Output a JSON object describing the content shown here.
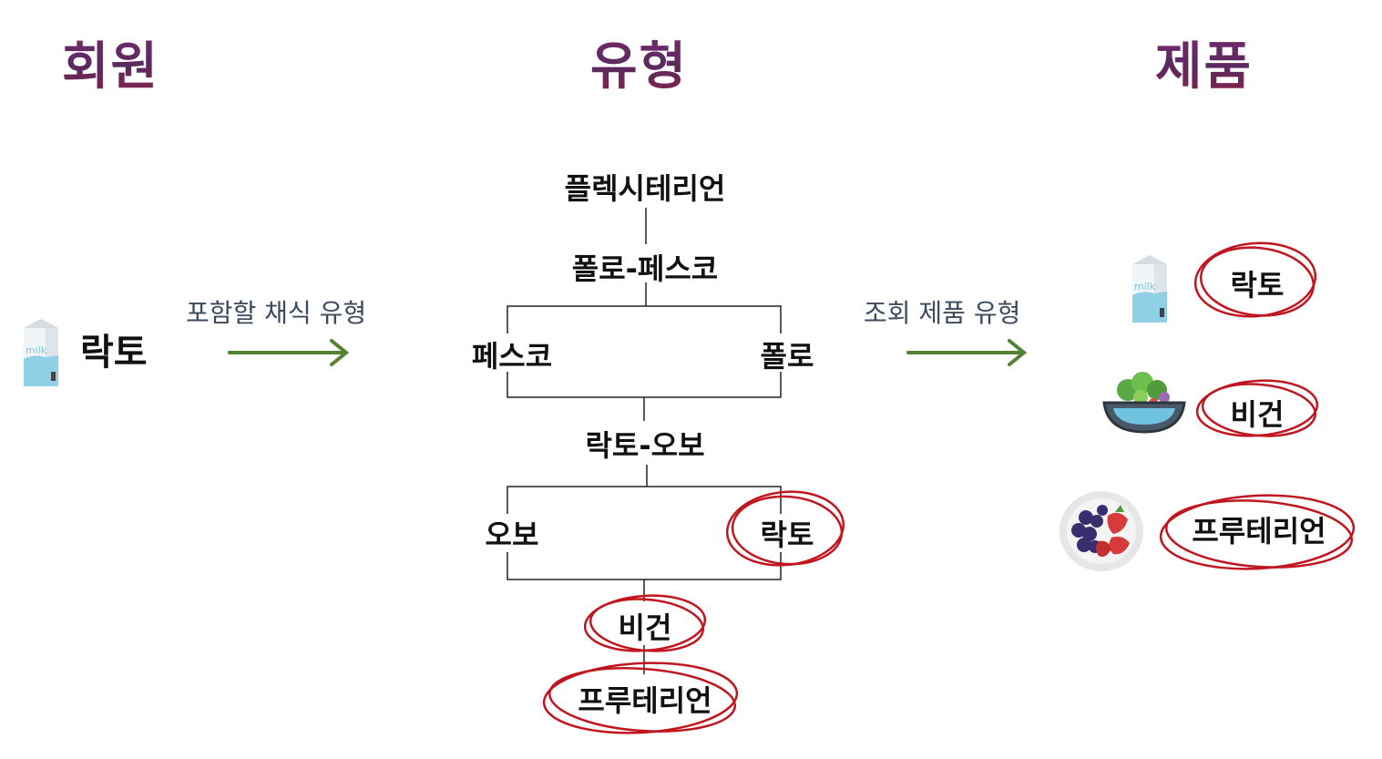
{
  "headers": {
    "member": "회원",
    "type": "유형",
    "product": "제품"
  },
  "member": {
    "label": "락토",
    "icon": "milk-carton-icon",
    "carton_text": "milk"
  },
  "arrows": {
    "include_label": "포함할 채식 유형",
    "lookup_label": "조회 제품 유형"
  },
  "hierarchy": {
    "flexitarian": "플렉시테리언",
    "pollo_pesco": "폴로-페스코",
    "pesco": "페스코",
    "pollo": "폴로",
    "lacto_ovo": "락토-오보",
    "ovo": "오보",
    "lacto": "락토",
    "vegan": "비건",
    "fruitarian": "프루테리언"
  },
  "products": [
    {
      "label": "락토",
      "icon": "milk-carton-icon",
      "carton_text": "milk"
    },
    {
      "label": "비건",
      "icon": "salad-bowl-icon"
    },
    {
      "label": "프루테리언",
      "icon": "fruit-bowl-icon"
    }
  ],
  "colors": {
    "arrow": "#548235",
    "circle": "#c0161f",
    "line": "#222222",
    "label": "#3b4a5e"
  }
}
